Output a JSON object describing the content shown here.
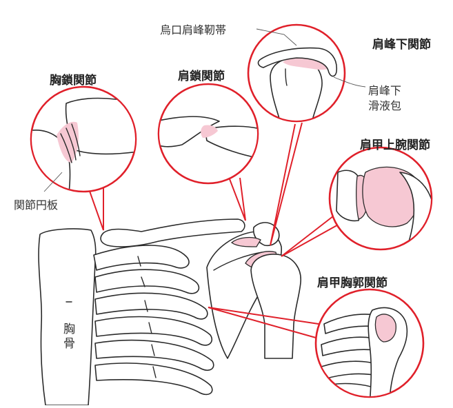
{
  "labels": {
    "sternoclavicular": "胸鎖関節",
    "acromioclavicular": "肩鎖関節",
    "subacromial": "肩峰下関節",
    "coracoacromial_ligament": "烏口肩峰靭帯",
    "subacromial_bursa_line1": "肩峰下",
    "subacromial_bursa_line2": "滑液包",
    "glenohumeral": "肩甲上腕関節",
    "scapulothoracic": "肩甲胸郭関節",
    "articular_disc": "関節円板",
    "sternum": "胸骨"
  },
  "colors": {
    "callout_border": "#e0202a",
    "joint_highlight": "#f6c8d3",
    "outline": "#2a2a2a"
  }
}
